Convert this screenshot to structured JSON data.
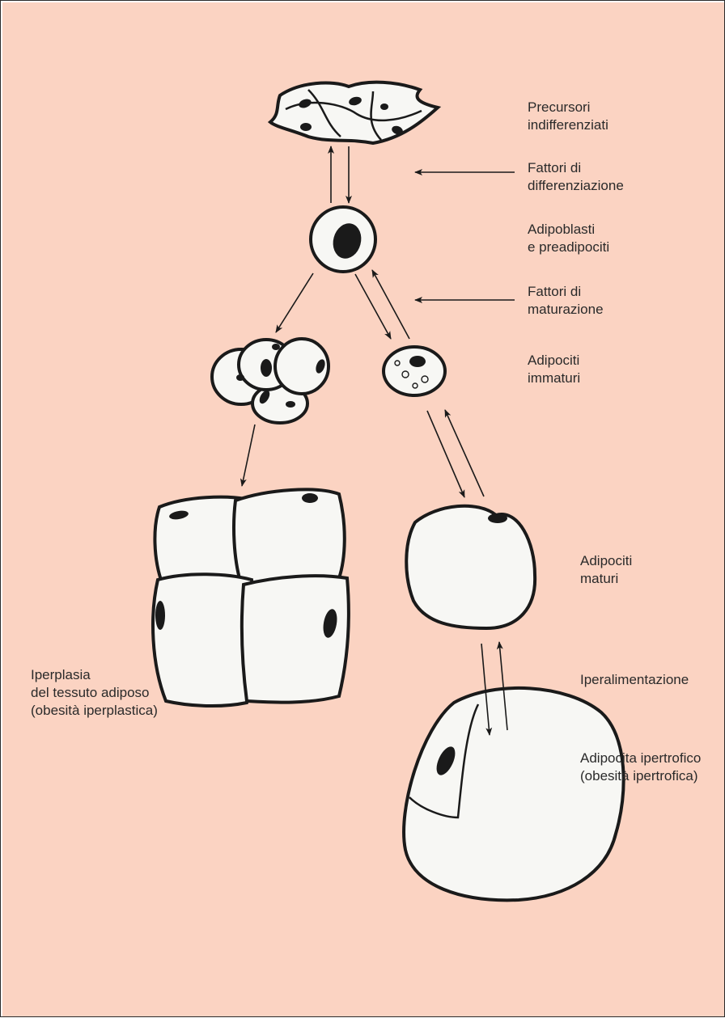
{
  "colors": {
    "background": "#fbd3c2",
    "cell_fill": "#f7f7f4",
    "ink": "#1a1a1a",
    "text": "#2a2a2a"
  },
  "labels": {
    "precursors": [
      "Precursori",
      "indifferenziati"
    ],
    "differentiation_factors": [
      "Fattori di",
      "differenziazione"
    ],
    "adipoblasts": [
      "Adipoblasti",
      "e preadipociti"
    ],
    "maturation_factors": [
      "Fattori di",
      "maturazione"
    ],
    "immature_adipocytes": [
      "Adipociti",
      "immaturi"
    ],
    "mature_adipocytes": [
      "Adipociti",
      "maturi"
    ],
    "hyperplasia": [
      "Iperplasia",
      "del tessuto adiposo",
      "(obesità iperplastica)"
    ],
    "overfeeding": [
      "Iperalimentazione"
    ],
    "hypertrophic_adipocyte": [
      "Adipocita ipertrofico",
      "(obesità ipertrofica)"
    ]
  }
}
